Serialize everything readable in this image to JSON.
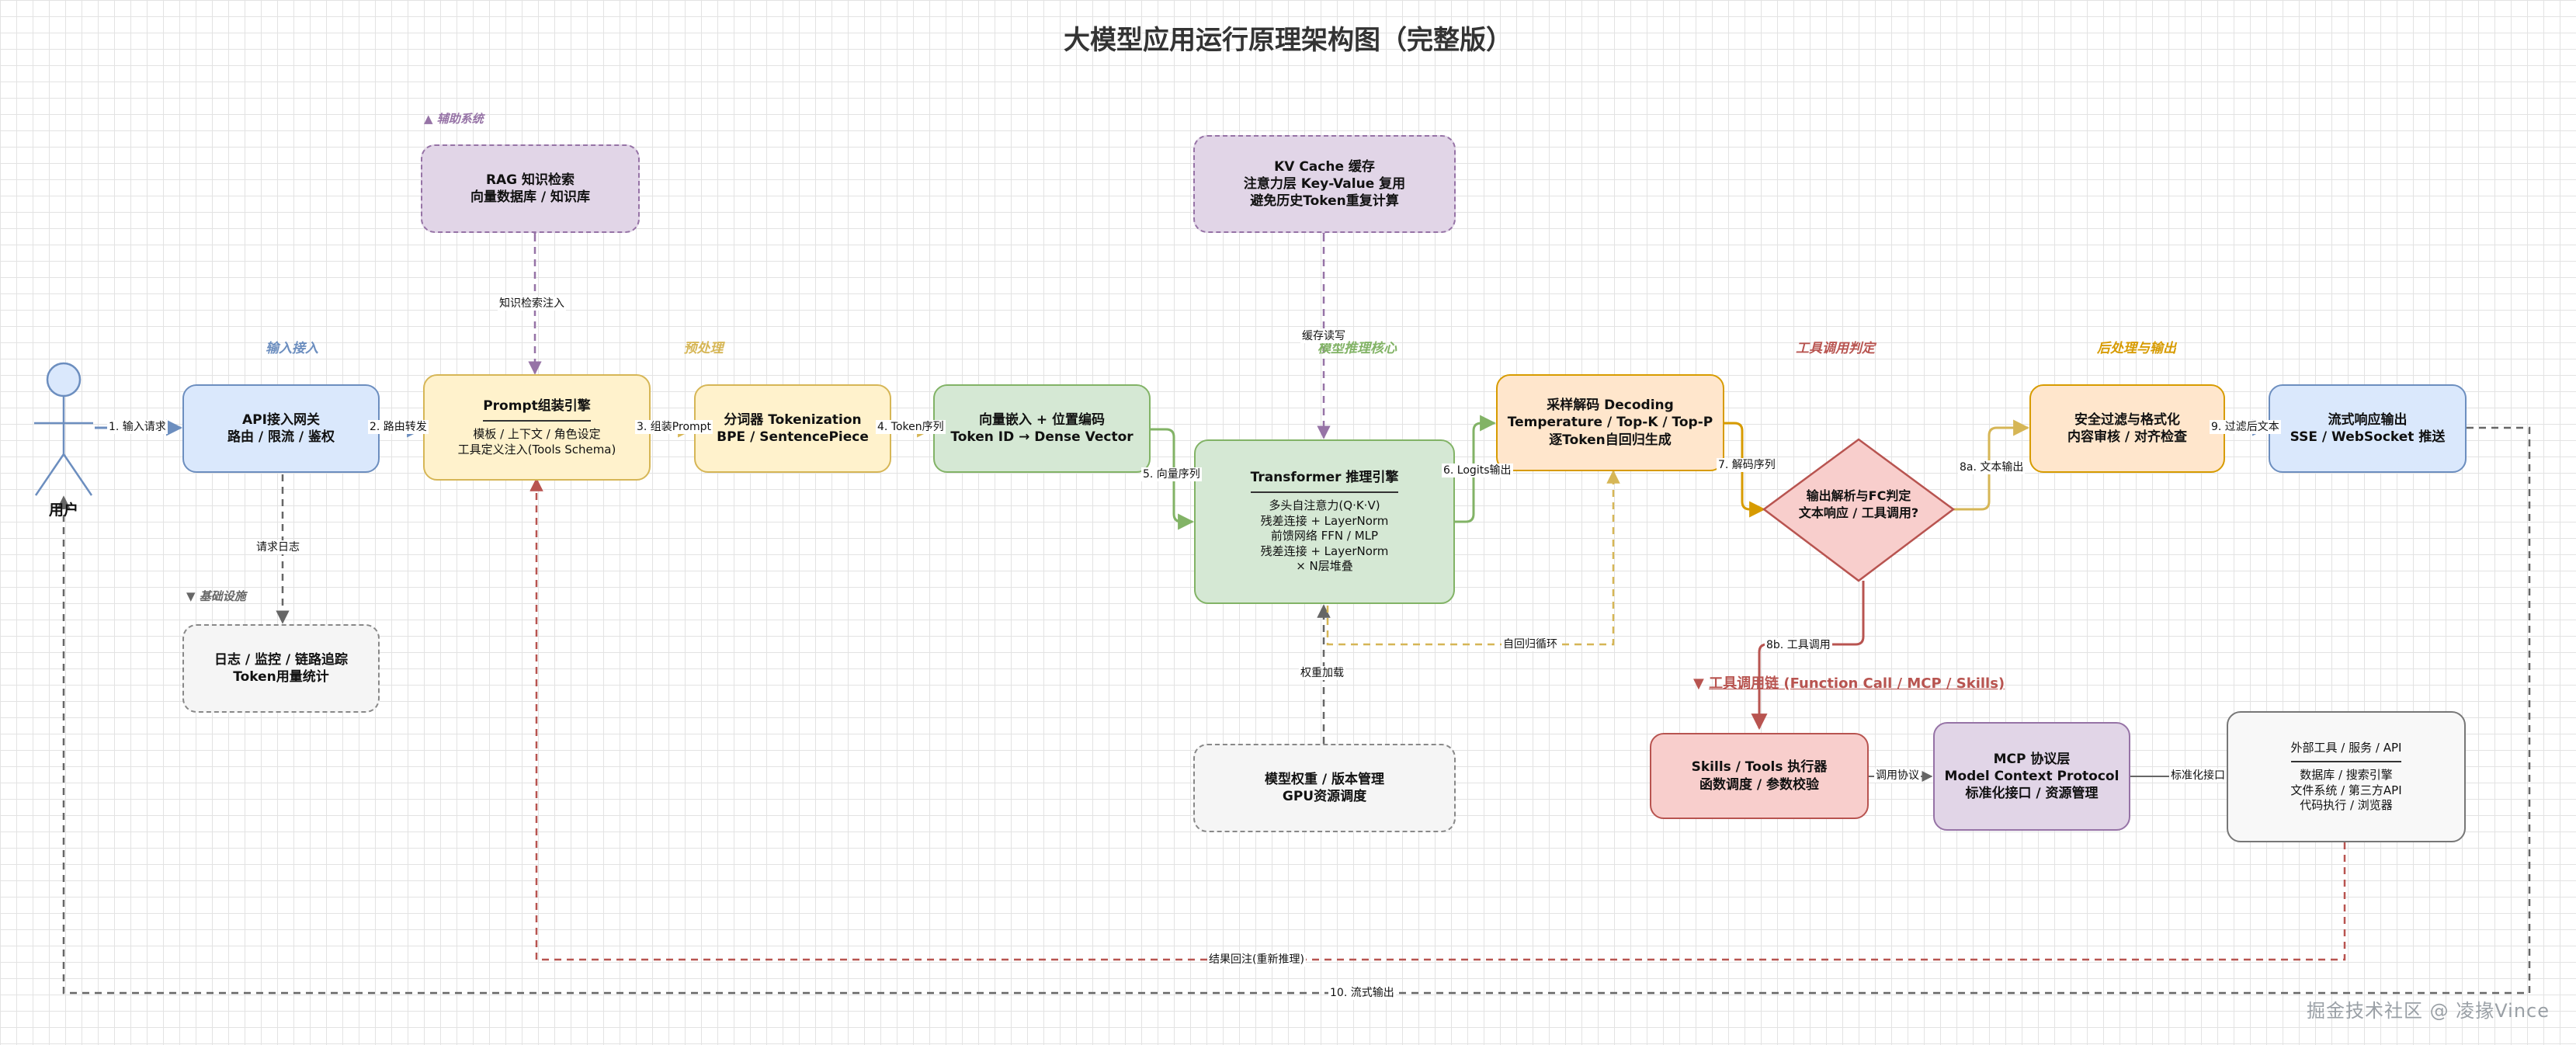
{
  "title": "大模型应用运行原理架构图（完整版）",
  "colors": {
    "input": "#6c8ebf",
    "preprocess": "#d6b656",
    "core": "#82b366",
    "decode": "#d79b00",
    "aux": "#9673a6",
    "tool": "#b85450",
    "infra": "#666666"
  },
  "sections": {
    "input": "输入接入",
    "preprocess": "预处理",
    "core": "模型推理核心",
    "tool_decision": "工具调用判定",
    "post": "后处理与输出",
    "aux": "▲ 辅助系统",
    "infra": "▼ 基础设施"
  },
  "user": {
    "label": "用户",
    "icon": "actor-icon"
  },
  "nodes": {
    "api_gateway": [
      "API接入网关",
      "路由 / 限流 / 鉴权"
    ],
    "prompt_engine": {
      "header": "Prompt组装引擎",
      "lines": [
        "模板 / 上下文 / 角色设定",
        "工具定义注入(Tools Schema)"
      ]
    },
    "tokenizer": [
      "分词器 Tokenization",
      "BPE / SentencePiece"
    ],
    "embedding": [
      "向量嵌入 + 位置编码",
      "Token ID → Dense Vector"
    ],
    "transformer": {
      "header": "Transformer 推理引擎",
      "lines": [
        "多头自注意力(Q·K·V)",
        "残差连接 + LayerNorm",
        "前馈网络 FFN / MLP",
        "残差连接 + LayerNorm",
        "× N层堆叠"
      ]
    },
    "decoding": [
      "采样解码 Decoding",
      "Temperature / Top-K / Top-P",
      "逐Token自回归生成"
    ],
    "decision": [
      "输出解析与FC判定",
      "文本响应 / 工具调用?"
    ],
    "safety": [
      "安全过滤与格式化",
      "内容审核 / 对齐检查"
    ],
    "streaming": [
      "流式响应输出",
      "SSE / WebSocket 推送"
    ],
    "rag": [
      "RAG 知识检索",
      "向量数据库 / 知识库"
    ],
    "kv_cache": [
      "KV Cache 缓存",
      "注意力层 Key-Value 复用",
      "避免历史Token重复计算"
    ],
    "logging": [
      "日志 / 监控 / 链路追踪",
      "Token用量统计"
    ],
    "weights": [
      "模型权重 / 版本管理",
      "GPU资源调度"
    ],
    "skills": [
      "Skills / Tools 执行器",
      "函数调度 / 参数校验"
    ],
    "mcp": [
      "MCP 协议层",
      "Model Context Protocol",
      "标准化接口 / 资源管理"
    ],
    "external": {
      "header": "外部工具 / 服务 / API",
      "lines": [
        "数据库 / 搜索引擎",
        "文件系统 / 第三方API",
        "代码执行 / 浏览器"
      ]
    }
  },
  "tool_chain_header": {
    "marker": "▼",
    "text": "工具调用链 (Function Call / MCP / Skills)"
  },
  "edges": {
    "e1": "1. 输入请求",
    "e2": "2. 路由转发",
    "e3": "3. 组装Prompt",
    "e4": "4. Token序列",
    "e5": "5. 向量序列",
    "e6": "6. Logits输出",
    "e7": "7. 解码序列",
    "e8a": "8a. 文本输出",
    "e8b": "8b. 工具调用",
    "e9": "9. 过滤后文本",
    "e10": "10. 流式输出",
    "rag": "知识检索注入",
    "kv": "缓存读写",
    "log": "请求日志",
    "weights": "权重加载",
    "autoregressive": "自回归循环",
    "protocol": "调用协议",
    "std_iface": "标准化接口",
    "result": "结果回注(重新推理)"
  },
  "watermark": "掘金技术社区 @ 凌掾Vince"
}
